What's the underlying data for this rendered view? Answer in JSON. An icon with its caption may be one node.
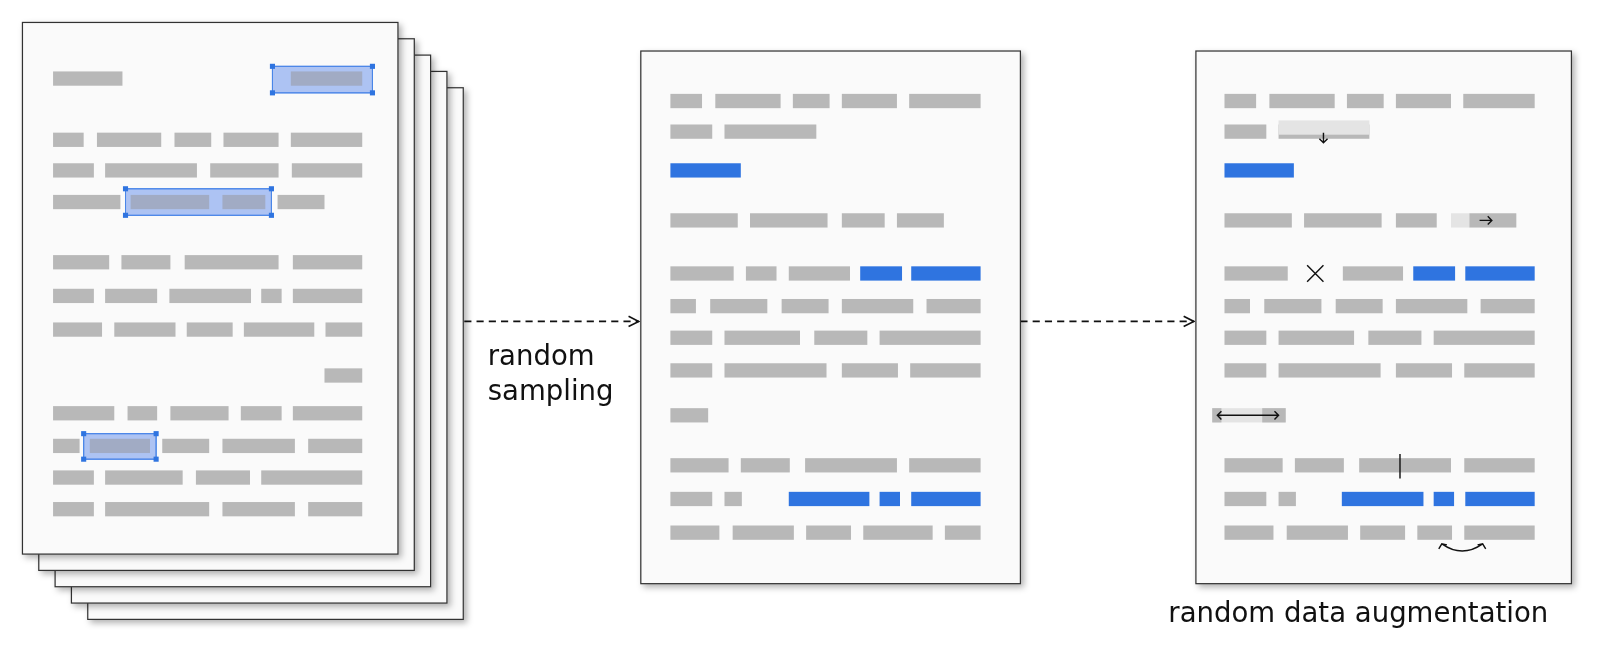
{
  "diagram": {
    "nodes": [
      {
        "text": [],
        "shape": "picture"
      },
      {
        "text": [],
        "shape": "picture"
      },
      {
        "text": [],
        "shape": "picture",
        "beside": [
          "random data augmentation"
        ]
      }
    ],
    "edges": [
      {
        "from": 0,
        "to": 1,
        "arrow": "to",
        "label": "random sampling",
        "style": "dashed"
      },
      {
        "from": 1,
        "to": 2,
        "arrow": "to",
        "style": "dashed"
      }
    ]
  }
}
